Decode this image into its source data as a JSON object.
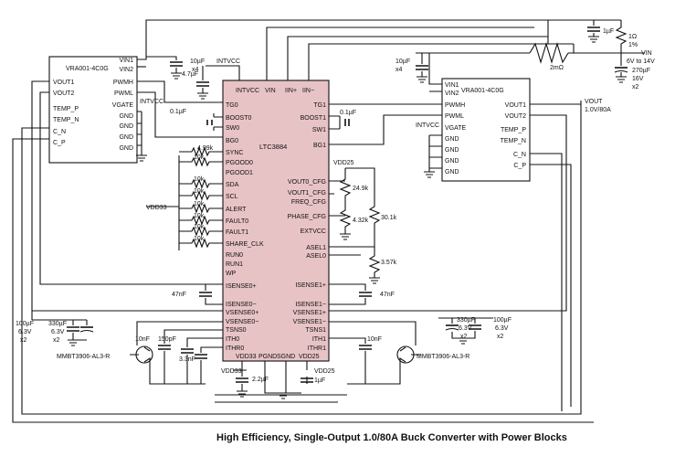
{
  "caption": "High Efficiency, Single-Output 1.0/80A Buck Converter with Power Blocks",
  "controller": {
    "name": "LTC3884",
    "fill": "#e8c3c6",
    "top_pins": {
      "intvcc": "INTVCC",
      "vin": "VIN",
      "isense_p": "IIN+",
      "isense_n": "IIN−"
    },
    "left_pins": [
      "TG0",
      "BOOST0",
      "SW0",
      "BG0",
      "SYNC",
      "PGOOD0",
      "PGOOD1",
      "SDA",
      "SCL",
      "ALERT",
      "FAULT0",
      "FAULT1",
      "SHARE_CLK",
      "RUN0",
      "RUN1",
      "WP",
      "ISENSE0+",
      "ISENSE0−",
      "VSENSE0+",
      "VSENSE0−",
      "TSNS0",
      "ITH0",
      "ITHR0"
    ],
    "right_pins": [
      "TG1",
      "BOOST1",
      "SW1",
      "BG1",
      "VOUT0_CFG",
      "VOUT1_CFG",
      "FREQ_CFG",
      "PHASE_CFG",
      "EXTVCC",
      "ASEL1",
      "ASEL0",
      "ISENSE1+",
      "ISENSE1−",
      "VSENSE1+",
      "VSENSE1−",
      "TSNS1",
      "ITH1",
      "ITHR1"
    ],
    "bottom_pins": [
      "VDD33",
      "PGND",
      "SGND",
      "VDD25"
    ]
  },
  "power_block_left": {
    "name": "VRA001-4C0G",
    "left_pins": [
      "VOUT1",
      "VOUT2",
      "TEMP_P",
      "TEMP_N",
      "C_N",
      "C_P"
    ],
    "right_pins": [
      "VIN1",
      "VIN2",
      "PWMH",
      "PWML",
      "VGATE",
      "GND",
      "GND",
      "GND",
      "GND"
    ],
    "vgate_net": "INTVCC"
  },
  "power_block_right": {
    "name": "VRA001-4C0G",
    "left_pins": [
      "VIN1",
      "VIN2",
      "PWMH",
      "PWML",
      "VGATE",
      "GND",
      "GND",
      "GND",
      "GND"
    ],
    "right_pins": [
      "VOUT1",
      "VOUT2",
      "TEMP_P",
      "TEMP_N",
      "C_N",
      "C_P"
    ],
    "vgate_net": "INTVCC"
  },
  "components": {
    "c_in_left": [
      "10µF",
      "x4"
    ],
    "c_intvcc": "4.7µF",
    "intvcc_net": "INTVCC",
    "c_boost0": "0.1µF",
    "c_boost1": "0.1µF",
    "c_in_right": [
      "10µF",
      "x4"
    ],
    "c_filter": "1µF",
    "r_filter": [
      "1Ω",
      "1%"
    ],
    "r_sense": "2mΩ",
    "vin_label": [
      "VIN",
      "6V to 14V"
    ],
    "c_bulk_in": [
      "270µF",
      "16V",
      "x2"
    ],
    "vout_label": [
      "VOUT",
      "1.0V/80A"
    ],
    "r_sync": "4.99k",
    "r_pullups": [
      "10k",
      "10k",
      "10k",
      "10k",
      "10k",
      "10k",
      "10k"
    ],
    "vdd33_net": "VDD33",
    "vdd25_net": "VDD25",
    "r_cfg_a": "24.9k",
    "r_cfg_b": "4.32k",
    "r_cfg_c": "30.1k",
    "r_asel": "3.57k",
    "c_sense0": "47nF",
    "c_sense1": "47nF",
    "c_out_left_a": [
      "100µF",
      "6.3V",
      "x2"
    ],
    "c_out_left_b": [
      "330µF",
      "6.3V",
      "x2"
    ],
    "c_out_right_a": [
      "330µF",
      "6.3V",
      "x2"
    ],
    "c_out_right_b": [
      "100µF",
      "6.3V",
      "x2"
    ],
    "c_ith0_a": "10nF",
    "c_ith0_b": "150pF",
    "c_ith0_c": "3.3nF",
    "c_ith1": "10nF",
    "q_left": "MMBT3906-AL3-R",
    "q_right": "MMBT3906-AL3-R",
    "c_vdd33": "2.2µF",
    "c_vdd25": "1µF"
  }
}
